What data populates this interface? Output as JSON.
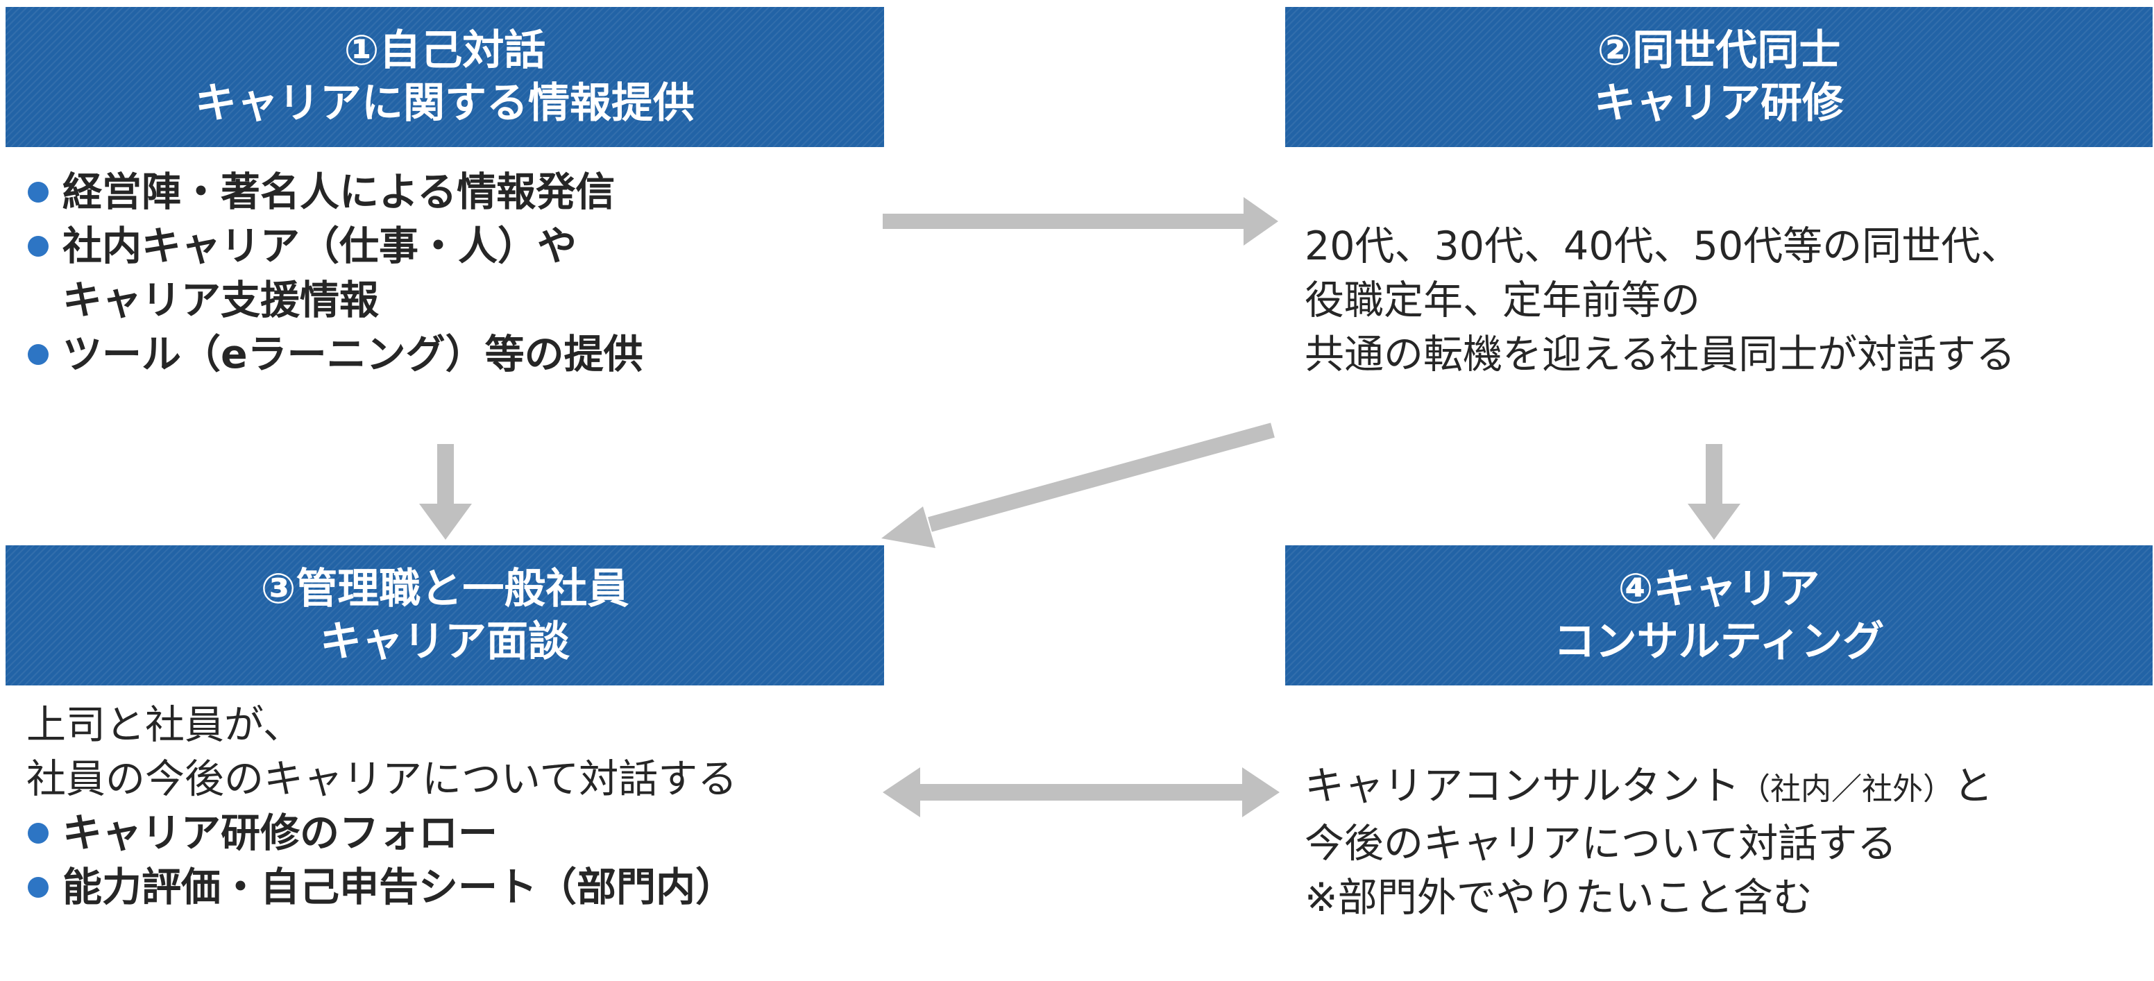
{
  "boxes": [
    {
      "id": "self-dialogue",
      "title_line1": "①自己対話",
      "title_line2": "キャリアに関する情報提供",
      "items": [
        {
          "bullet": true,
          "lines": [
            "経営陣・著名人による情報発信"
          ]
        },
        {
          "bullet": true,
          "lines": [
            "社内キャリア（仕事・人）や",
            "キャリア支援情報"
          ]
        },
        {
          "bullet": true,
          "lines": [
            "ツール（eラーニング）等の提供"
          ]
        }
      ]
    },
    {
      "id": "same-generation",
      "title_line1": "②同世代同士",
      "title_line2": "キャリア研修",
      "lines": [
        "20代、30代、40代、50代等の同世代、",
        "役職定年、定年前等の",
        "共通の転機を迎える社員同士が対話する"
      ]
    },
    {
      "id": "manager-interview",
      "title_line1": "③管理職と一般社員",
      "title_line2": "キャリア面談",
      "lines": [
        "上司と社員が、",
        "社員の今後のキャリアについて対話する"
      ],
      "items": [
        {
          "bullet": true,
          "lines": [
            "キャリア研修のフォロー"
          ]
        },
        {
          "bullet": true,
          "lines": [
            "能力評価・自己申告シート（部門内）"
          ]
        }
      ]
    },
    {
      "id": "consulting",
      "title_line1": "④キャリア",
      "title_line2": "コンサルティング",
      "line1_main": "キャリアコンサルタント",
      "line1_small": "（社内／社外）",
      "line1_end": "と",
      "lines": [
        "今後のキャリアについて対話する",
        "※部門外でやりたいこと含む"
      ]
    }
  ],
  "colors": {
    "header_fill": "#2263a6",
    "header_text": "#ffffff",
    "bullet": "#2d75c4",
    "arrow": "#c0c0c0",
    "body_text": "#262626"
  }
}
